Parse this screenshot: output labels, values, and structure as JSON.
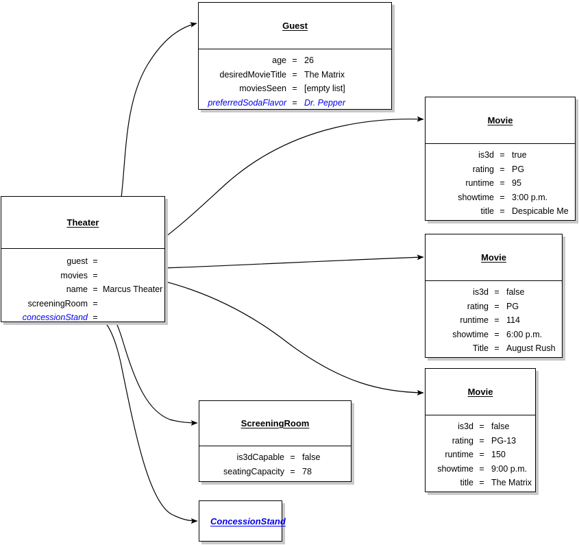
{
  "diagram": {
    "type": "object-diagram",
    "title": "Theater object diagram",
    "background_color": "#ffffff",
    "box_border_color": "#000000",
    "shadow_color": "#c8c8c8",
    "abstract_color": "#0000ee"
  },
  "boxes": {
    "theater": {
      "title": "Theater",
      "abstract": false,
      "attributes": [
        {
          "name": "guest",
          "eq": "=",
          "value": "",
          "abstract": false,
          "is_reference": true
        },
        {
          "name": "movies",
          "eq": "=",
          "value": "",
          "abstract": false,
          "is_reference": true
        },
        {
          "name": "name",
          "eq": "=",
          "value": "Marcus Theater",
          "abstract": false,
          "is_reference": false
        },
        {
          "name": "screeningRoom",
          "eq": "=",
          "value": "",
          "abstract": false,
          "is_reference": true
        },
        {
          "name": "concessionStand",
          "eq": "=",
          "value": "",
          "abstract": true,
          "is_reference": true
        }
      ]
    },
    "guest": {
      "title": "Guest",
      "abstract": false,
      "attributes": [
        {
          "name": "age",
          "eq": "=",
          "value": "26",
          "abstract": false
        },
        {
          "name": "desiredMovieTitle",
          "eq": "=",
          "value": "The Matrix",
          "abstract": false
        },
        {
          "name": "moviesSeen",
          "eq": "=",
          "value": "[empty list]",
          "abstract": false
        },
        {
          "name": "preferredSodaFlavor",
          "eq": "=",
          "value": "Dr. Pepper",
          "abstract": true
        }
      ]
    },
    "movies": [
      {
        "title": "Movie",
        "abstract": false,
        "attributes": [
          {
            "name": "is3d",
            "eq": "=",
            "value": "true"
          },
          {
            "name": "rating",
            "eq": "=",
            "value": "PG"
          },
          {
            "name": "runtime",
            "eq": "=",
            "value": "95"
          },
          {
            "name": "showtime",
            "eq": "=",
            "value": "3:00 p.m."
          },
          {
            "name": "title",
            "eq": "=",
            "value": "Despicable Me"
          }
        ]
      },
      {
        "title": "Movie",
        "abstract": false,
        "attributes": [
          {
            "name": "is3d",
            "eq": "=",
            "value": "false"
          },
          {
            "name": "rating",
            "eq": "=",
            "value": "PG"
          },
          {
            "name": "runtime",
            "eq": "=",
            "value": "114"
          },
          {
            "name": "showtime",
            "eq": "=",
            "value": "6:00 p.m."
          },
          {
            "name": "Title",
            "eq": "=",
            "value": "August Rush"
          }
        ]
      },
      {
        "title": "Movie",
        "abstract": false,
        "attributes": [
          {
            "name": "is3d",
            "eq": "=",
            "value": "false"
          },
          {
            "name": "rating",
            "eq": "=",
            "value": "PG-13"
          },
          {
            "name": "runtime",
            "eq": "=",
            "value": "150"
          },
          {
            "name": "showtime",
            "eq": "=",
            "value": "9:00 p.m."
          },
          {
            "name": "title",
            "eq": "=",
            "value": "The Matrix"
          }
        ]
      }
    ],
    "screeningRoom": {
      "title": "ScreeningRoom",
      "abstract": false,
      "attributes": [
        {
          "name": "is3dCapable",
          "eq": "=",
          "value": "false"
        },
        {
          "name": "seatingCapacity",
          "eq": "=",
          "value": "78"
        }
      ]
    },
    "concessionStand": {
      "title": "ConcessionStand",
      "abstract": true,
      "attributes": []
    }
  },
  "edges": [
    {
      "from": "theater.guest",
      "to": "guest",
      "style": "curved-arrow"
    },
    {
      "from": "theater.movies",
      "to": "movie-0",
      "style": "curved-arrow"
    },
    {
      "from": "theater.movies",
      "to": "movie-1",
      "style": "curved-arrow"
    },
    {
      "from": "theater.movies",
      "to": "movie-2",
      "style": "curved-arrow"
    },
    {
      "from": "theater.screeningRoom",
      "to": "screeningRoom",
      "style": "curved-arrow"
    },
    {
      "from": "theater.concessionStand",
      "to": "concessionStand",
      "style": "curved-arrow"
    }
  ]
}
